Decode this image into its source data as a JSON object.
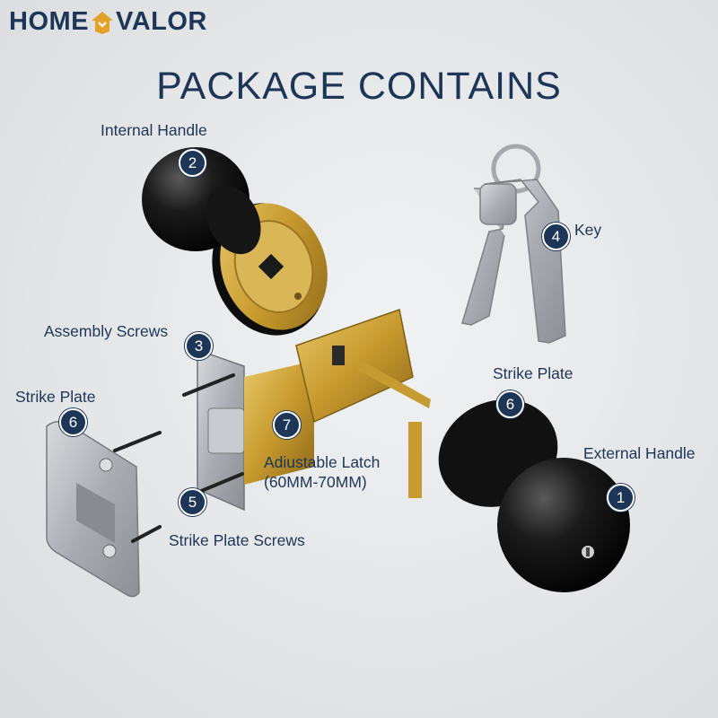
{
  "brand": {
    "left": "HOME",
    "right": "VALOR"
  },
  "title": "PACKAGE CONTAINS",
  "parts": [
    {
      "label": "Internal Handle",
      "number": "2"
    },
    {
      "label": "Key",
      "number": "4"
    },
    {
      "label": "Assembly Screws",
      "number": "3"
    },
    {
      "label": "Strike Plate",
      "number": "6"
    },
    {
      "label": "Strike Plate",
      "number": "6"
    },
    {
      "label": "Adiustable Latch",
      "label_line2": "(60MM-70MM)",
      "number": "7"
    },
    {
      "label": "External Handle",
      "number": "1"
    },
    {
      "label": "Strike Plate Screws",
      "number": "5"
    }
  ],
  "colors": {
    "navy": "#1d3557",
    "brass": "#c9a43b",
    "black": "#121212",
    "steel": "#b9bcc0"
  }
}
